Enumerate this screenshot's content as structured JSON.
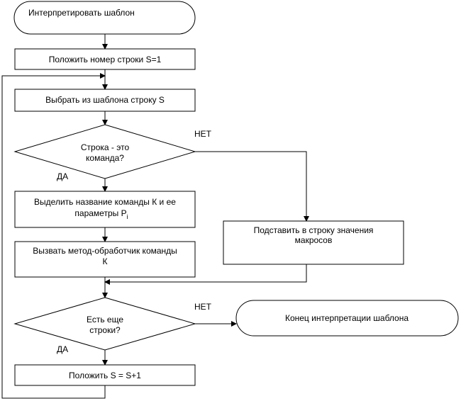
{
  "flowchart": {
    "start": "Интерпретировать шаблон",
    "step_init": "Положить номер строки S=1",
    "step_select": "Выбрать из шаблона строку S",
    "decision_command": {
      "line1": "Строка - это",
      "line2": "команда?"
    },
    "step_extract": {
      "line1": "Выделить название команды К и ее",
      "line2": "параметры P",
      "subscript": "i"
    },
    "step_substitute": {
      "line1": "Подставить в строку значения",
      "line2": "макросов"
    },
    "step_call": {
      "line1": "Вызвать метод-обработчик команды",
      "line2": "К"
    },
    "decision_more": {
      "line1": "Есть еще",
      "line2": "строки?"
    },
    "end": "Конец интерпретации шаблона",
    "step_increment": "Положить S = S+1",
    "labels": {
      "yes_1": "ДА",
      "no_1": "НЕТ",
      "yes_2": "ДА",
      "no_2": "НЕТ"
    }
  }
}
